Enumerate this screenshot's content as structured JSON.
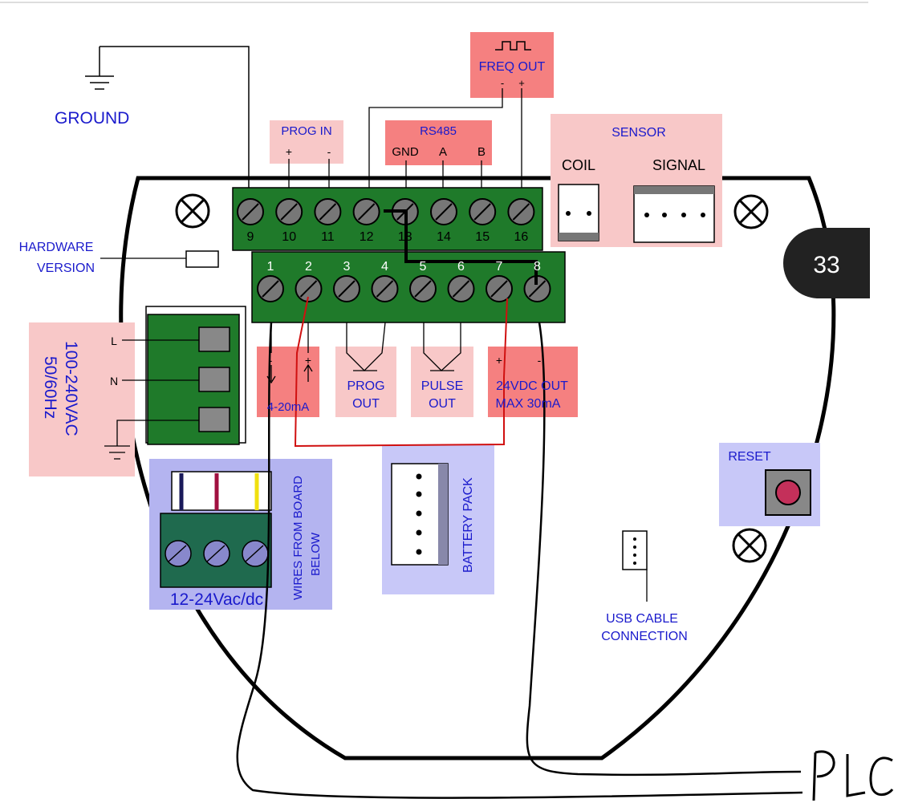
{
  "ground": "GROUND",
  "freq_out": {
    "title": "FREQ OUT",
    "minus": "-",
    "plus": "+"
  },
  "prog_in": {
    "title": "PROG IN",
    "plus": "+",
    "minus": "-"
  },
  "rs485": {
    "title": "RS485",
    "gnd": "GND",
    "a": "A",
    "b": "B"
  },
  "sensor": {
    "title": "SENSOR",
    "coil": "COIL",
    "signal": "SIGNAL"
  },
  "hardware_version": {
    "line1": "HARDWARE",
    "line2": "VERSION"
  },
  "page_badge": "33",
  "terminals_top": [
    "9",
    "10",
    "11",
    "12",
    "13",
    "14",
    "15",
    "16"
  ],
  "terminals_bottom": [
    "1",
    "2",
    "3",
    "4",
    "5",
    "6",
    "7",
    "8"
  ],
  "mains": {
    "l": "L",
    "n": "N",
    "line1": "100-240VAC",
    "line2": "50/60Hz"
  },
  "analog": {
    "minus": "-",
    "plus": "+",
    "label": "4-20mA"
  },
  "prog_out": {
    "line1": "PROG",
    "line2": "OUT"
  },
  "pulse_out": {
    "line1": "PULSE",
    "line2": "OUT"
  },
  "dc_out": {
    "plus": "+",
    "minus": "-",
    "line1": "24VDC OUT",
    "line2": "MAX 30mA"
  },
  "low_voltage": {
    "label": "12-24Vac/dc",
    "wires1": "WIRES FROM BOARD",
    "wires2": "BELOW"
  },
  "battery": "BATTERY PACK",
  "reset": "RESET",
  "usb": {
    "line1": "USB CABLE",
    "line2": "CONNECTION"
  },
  "plc": "PLC",
  "colors": {
    "green": "#1f7a2a",
    "pink": "#f8c8c8",
    "red": "#f58080",
    "lavender": "#b4b4f0",
    "text_blue": "#1a1acc"
  }
}
